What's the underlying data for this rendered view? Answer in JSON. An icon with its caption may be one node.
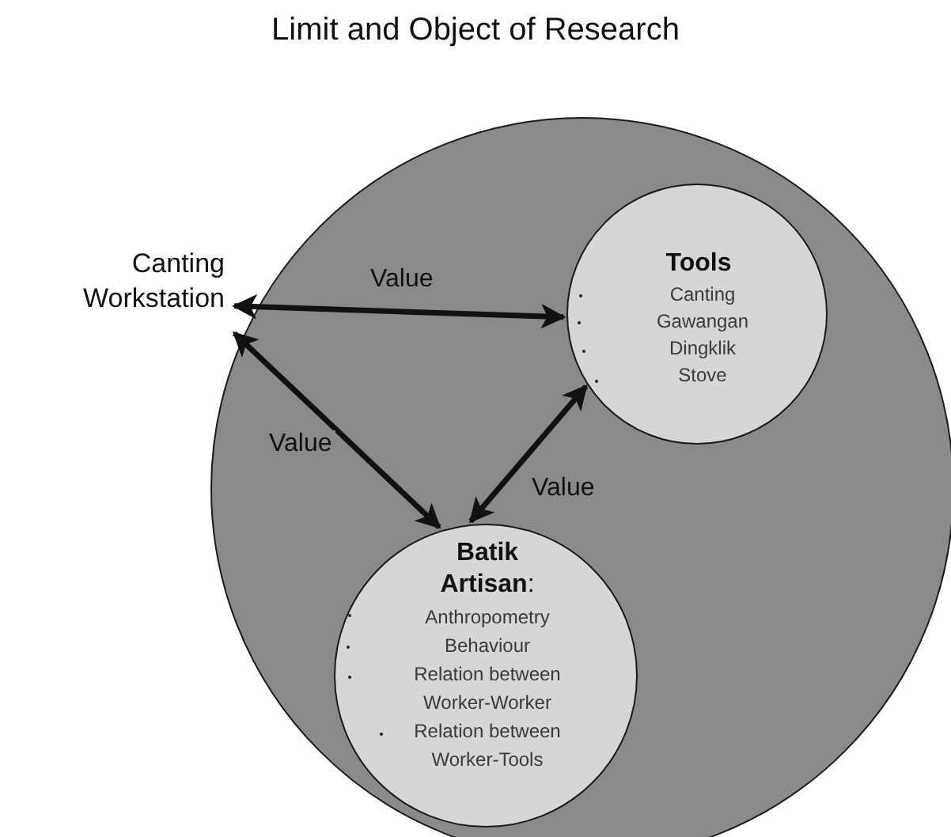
{
  "diagram": {
    "title": "Limit and Object of Research",
    "nodes": [
      {
        "text": [
          "Canting Workstation"
        ]
      },
      {
        "text": [],
        "shape": "circle"
      },
      {
        "text": [
          "Tools",
          "Canting",
          "Gawangan",
          "Dingklik",
          "Stove"
        ],
        "in": 1
      },
      {
        "text": [
          "**Batik Artisan**:",
          "Anthropometry",
          "Behaviour",
          "Relation between Worker-Worker",
          "Relation between Worker-Tools"
        ],
        "in": 1
      }
    ],
    "edges": [
      {
        "from": 0,
        "to": 2,
        "arrow": "both",
        "label": "Value"
      },
      {
        "from": 0,
        "to": 3,
        "arrow": "both",
        "label": "Value"
      },
      {
        "from": 3,
        "to": 2,
        "arrow": "both",
        "label": "Value"
      }
    ]
  }
}
